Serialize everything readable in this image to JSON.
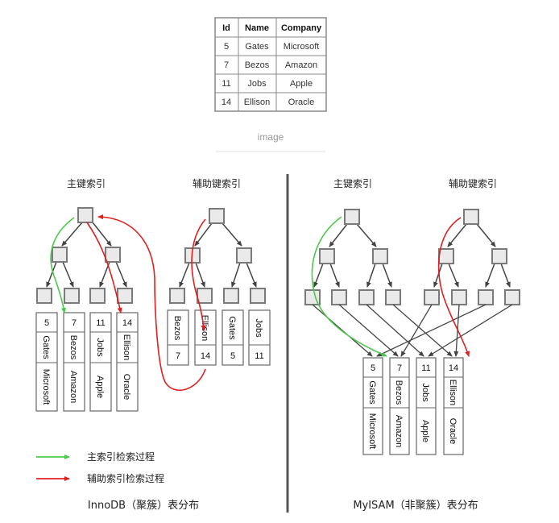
{
  "table": {
    "headers": [
      "Id",
      "Name",
      "Company"
    ],
    "rows": [
      [
        "5",
        "Gates",
        "Microsoft"
      ],
      [
        "7",
        "Bezos",
        "Amazon"
      ],
      [
        "11",
        "Jobs",
        "Apple"
      ],
      [
        "14",
        "Ellison",
        "Oracle"
      ]
    ]
  },
  "caption": "image",
  "innodb": {
    "primary_title": "主键索引",
    "secondary_title": "辅助键索引",
    "leaf_rows": [
      [
        "5",
        "Gates",
        "Microsoft"
      ],
      [
        "7",
        "Bezos",
        "Amazon"
      ],
      [
        "11",
        "Jobs",
        "Apple"
      ],
      [
        "14",
        "Ellison",
        "Oracle"
      ]
    ],
    "secondary_leaves": [
      [
        "Bezos",
        "7"
      ],
      [
        "Ellison",
        "14"
      ],
      [
        "Gates",
        "5"
      ],
      [
        "Jobs",
        "11"
      ]
    ],
    "footer": "InnoDB（聚簇）表分布"
  },
  "myisam": {
    "primary_title": "主键索引",
    "secondary_title": "辅助键索引",
    "data_rows": [
      [
        "5",
        "Gates",
        "Microsoft"
      ],
      [
        "7",
        "Bezos",
        "Amazon"
      ],
      [
        "11",
        "Jobs",
        "Apple"
      ],
      [
        "14",
        "Ellison",
        "Oracle"
      ]
    ],
    "footer": "MyISAM（非聚簇）表分布"
  },
  "legend": [
    {
      "label": "主索引检索过程",
      "color": "#4cc94c"
    },
    {
      "label": "辅助索引检索过程",
      "color": "#e02020"
    }
  ],
  "colors": {
    "green": "#4cc94c",
    "red": "#e02020",
    "node_fill": "#eaeaea",
    "node_stroke": "#7a7a7a",
    "edge": "#444444",
    "divider": "#555555"
  }
}
